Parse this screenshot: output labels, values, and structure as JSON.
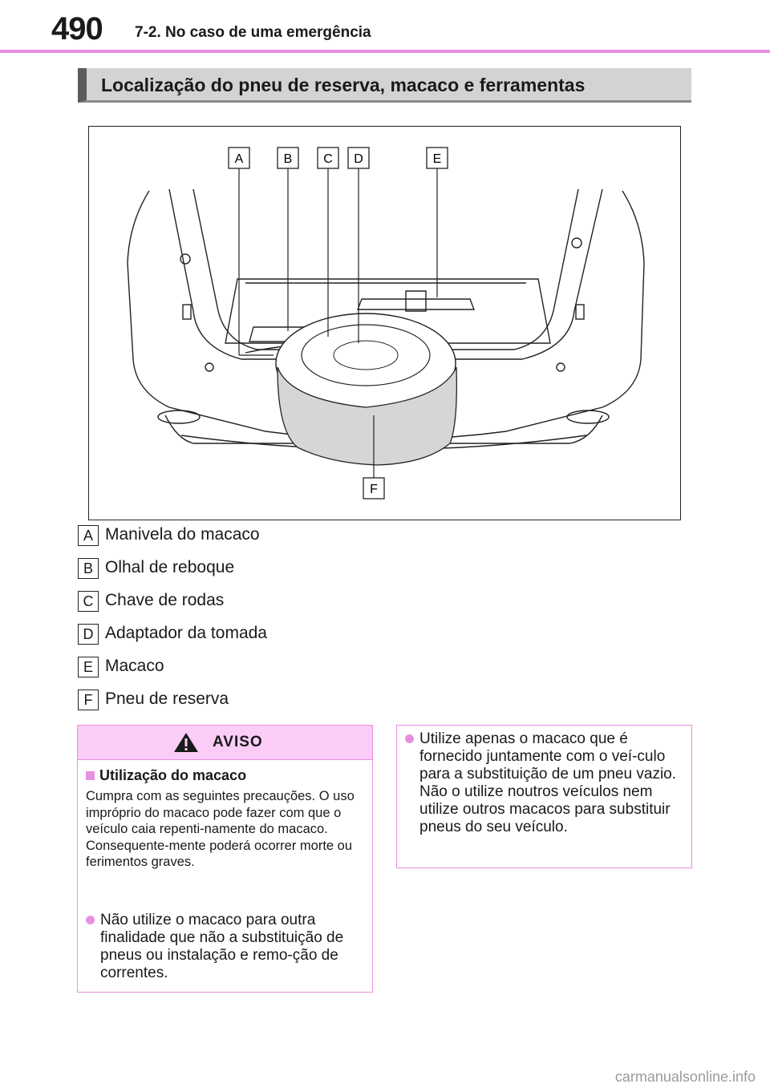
{
  "header": {
    "page_number": "490",
    "chapter": "7-2. No caso de uma emergência"
  },
  "section": {
    "title": "Localização do pneu de reserva, macaco e ferramentas"
  },
  "figure": {
    "callouts": [
      "A",
      "B",
      "C",
      "D",
      "E",
      "F"
    ]
  },
  "legend": [
    {
      "letter": "A",
      "label": "Manivela do macaco"
    },
    {
      "letter": "B",
      "label": "Olhal de reboque"
    },
    {
      "letter": "C",
      "label": "Chave de rodas"
    },
    {
      "letter": "D",
      "label": "Adaptador da tomada"
    },
    {
      "letter": "E",
      "label": "Macaco"
    },
    {
      "letter": "F",
      "label": "Pneu de reserva"
    }
  ],
  "warning": {
    "title": "AVISO",
    "subheading": "Utilização do macaco",
    "paragraph": "Cumpra com as seguintes precauções. O uso impróprio do macaco pode fazer com que o veículo caia repenti-namente do macaco. Consequente-mente poderá ocorrer morte ou ferimentos graves.",
    "bullet1": "Não utilize o macaco para outra finalidade que não a substituição de pneus ou instalação e remo-ção de correntes.",
    "bullet2": "Utilize apenas o macaco que é fornecido juntamente com o veí-culo para a substituição de um pneu vazio. Não o utilize noutros veículos nem utilize outros macacos para substituir pneus do seu veículo."
  },
  "footer": {
    "watermark": "carmanualsonline.info"
  },
  "colors": {
    "accent": "#e98fe0",
    "warning_header": "#fbcdf6",
    "section_bar": "#d3d3d3"
  }
}
